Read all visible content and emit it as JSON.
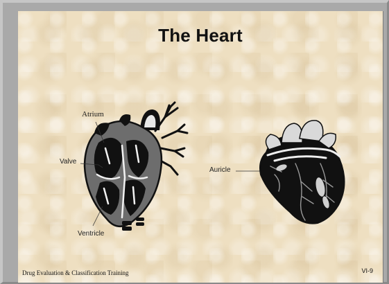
{
  "slide": {
    "title": "The Heart",
    "footer_left": "Drug Evaluation & Classification Training",
    "footer_right": "VI-9"
  },
  "diagram_left": {
    "icon": "heart-cross-section-illustration",
    "labels": {
      "atrium": "Atrium",
      "valve": "Valve",
      "ventricle": "Ventricle"
    }
  },
  "diagram_right": {
    "icon": "heart-exterior-illustration",
    "labels": {
      "auricle": "Auricle"
    }
  },
  "colors": {
    "background_gray": "#a9a9a9",
    "slide_parchment": "#eedfc1",
    "ink": "#111111"
  }
}
